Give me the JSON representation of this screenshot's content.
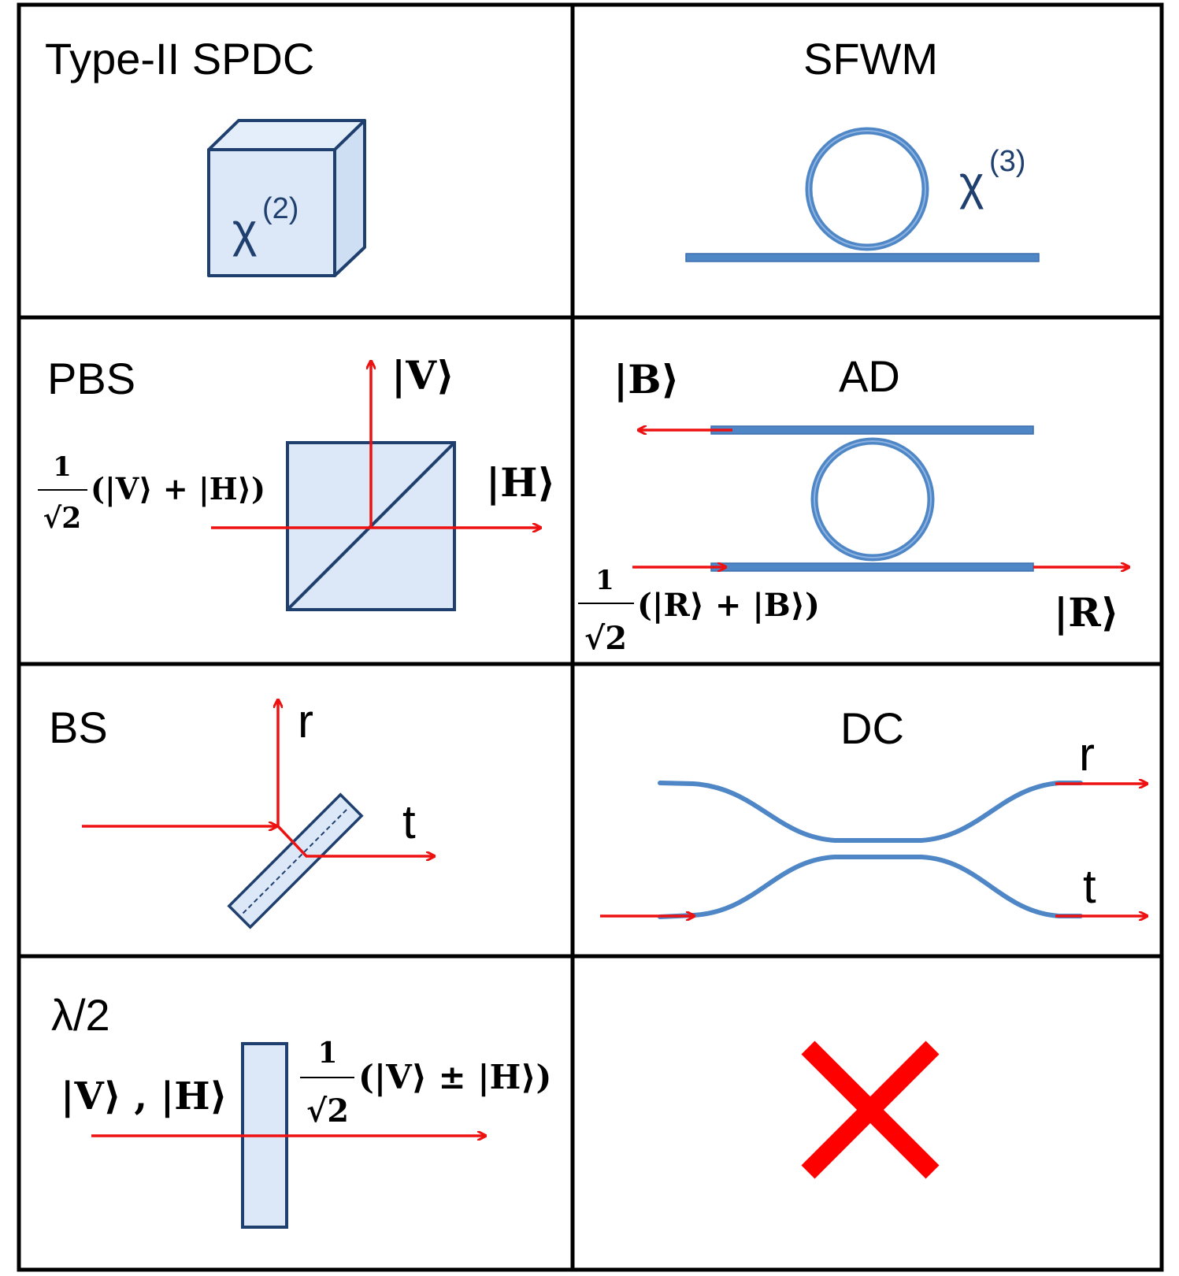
{
  "colors": {
    "grid": "#000000",
    "beam": "#ee1111",
    "waveguide": "#4f86c6",
    "component_fill": "#dce8f8",
    "component_stroke": "#1f3f6e",
    "cross": "#ff0000"
  },
  "cells": {
    "spdc": {
      "title": "Type-II SPDC",
      "chi": "χ",
      "chi_order": "(2)"
    },
    "sfwm": {
      "title": "SFWM",
      "chi": "χ",
      "chi_order": "(3)"
    },
    "pbs": {
      "title": "PBS",
      "input_num": "1",
      "input_den": "√2",
      "input_state": "(|V⟩ + |H⟩)",
      "out_v": "|V⟩",
      "out_h": "|H⟩"
    },
    "ad": {
      "title": "AD",
      "out_b": "|B⟩",
      "out_r": "|R⟩",
      "input_num": "1",
      "input_den": "√2",
      "input_state": "(|R⟩ + |B⟩)"
    },
    "bs": {
      "title": "BS",
      "reflected": "r",
      "transmitted": "t"
    },
    "dc": {
      "title": "DC",
      "reflected": "r",
      "transmitted": "t"
    },
    "hwp": {
      "title": "λ/2",
      "input": "|V⟩ , |H⟩",
      "out_num": "1",
      "out_den": "√2",
      "out_state": "(|V⟩ ± |H⟩)"
    },
    "empty": {
      "mark": "cross-icon"
    }
  }
}
